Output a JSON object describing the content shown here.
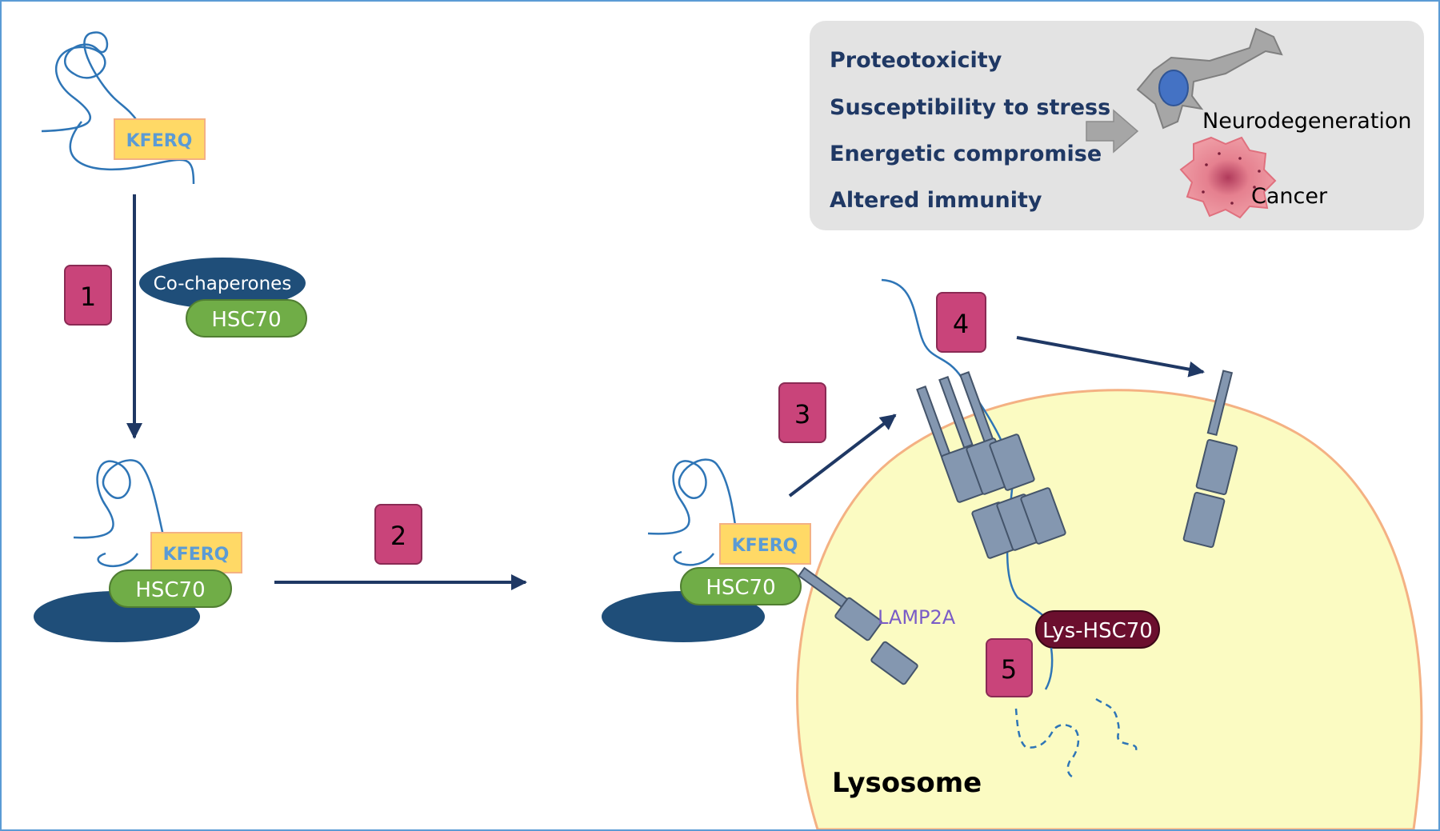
{
  "labels": {
    "kferq": "KFERQ",
    "co_chaperones": "Co-chaperones",
    "hsc70": "HSC70",
    "lamp2a": "LAMP2A",
    "lys_hsc70": "Lys-HSC70",
    "lysosome": "Lysosome"
  },
  "steps": [
    "1",
    "2",
    "3",
    "4",
    "5"
  ],
  "consequences": {
    "items": [
      "Proteotoxicity",
      "Susceptibility to stress",
      "Energetic compromise",
      "Altered immunity"
    ],
    "outcomes": [
      "Neurodegeneration",
      "Cancer"
    ]
  },
  "colors": {
    "navy": "#1f3864",
    "kferq_fill": "#ffd966",
    "kferq_text": "#5b9bd5",
    "hsc70": "#70ad47",
    "co_chaperone": "#1f4e79",
    "step_badge": "#c9447a",
    "lysosome_fill": "#fbfbc2",
    "lysosome_border": "#f4b183",
    "receptor": "#8497b0",
    "lys_hsc70": "#6b0f2e",
    "panel": "#e3e3e3",
    "lamp2a_text": "#7a5cc7"
  },
  "icons": [
    "protein-coil-icon",
    "neuron-icon",
    "cancer-cell-icon",
    "gray-arrow-icon"
  ]
}
